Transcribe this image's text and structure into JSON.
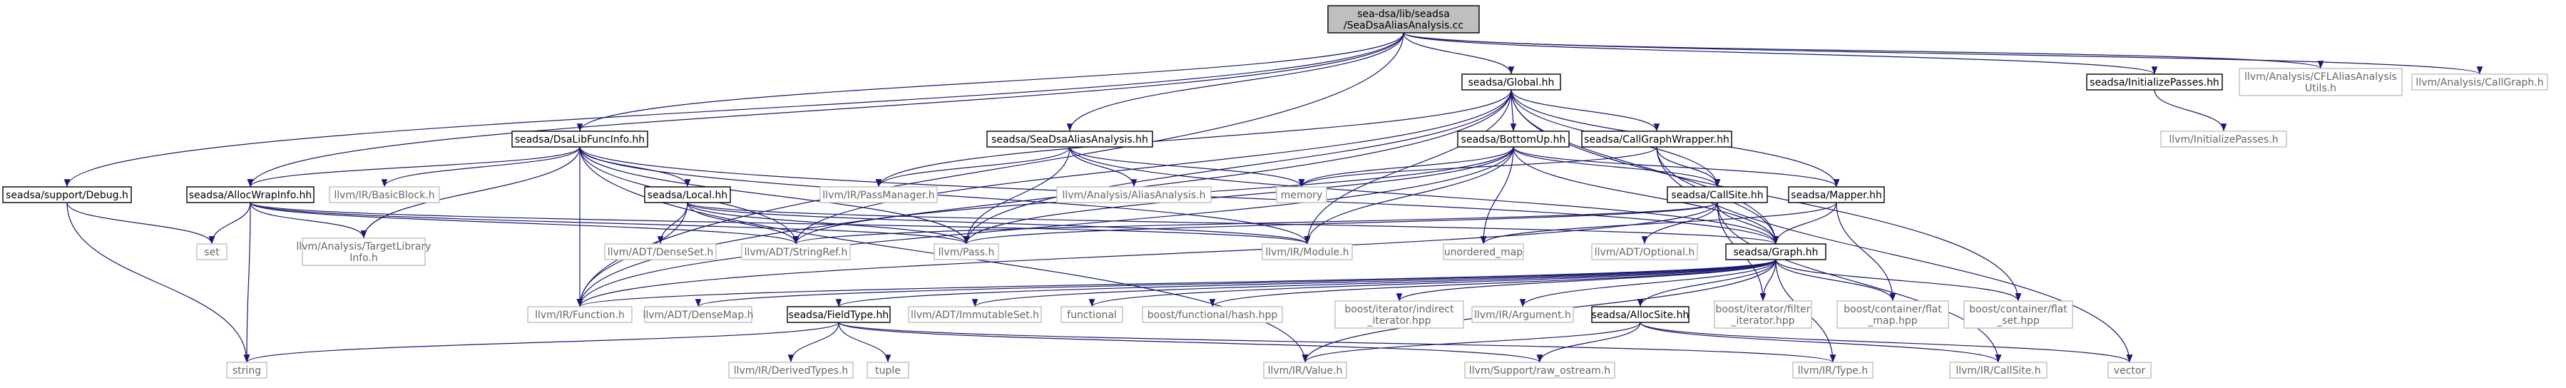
{
  "colors": {
    "edge": "#191970",
    "root_fill": "#bfbfbf",
    "internal_border": "#000000",
    "external_border": "#bfbfbf",
    "external_text": "#666666"
  },
  "nodes": {
    "root": {
      "lines": [
        "sea-dsa/lib/seadsa",
        "/SeaDsaAliasAnalysis.cc"
      ],
      "kind": "root"
    },
    "debug": {
      "lines": [
        "seadsa/support/Debug.h"
      ],
      "kind": "internal"
    },
    "allocwrap": {
      "lines": [
        "seadsa/AllocWrapInfo.hh"
      ],
      "kind": "internal"
    },
    "dsalib": {
      "lines": [
        "seadsa/DsaLibFuncInfo.hh"
      ],
      "kind": "internal"
    },
    "seadsaaa": {
      "lines": [
        "seadsa/SeaDsaAliasAnalysis.hh"
      ],
      "kind": "internal"
    },
    "global": {
      "lines": [
        "seadsa/Global.hh"
      ],
      "kind": "internal"
    },
    "initpasses": {
      "lines": [
        "seadsa/InitializePasses.hh"
      ],
      "kind": "internal"
    },
    "cflaa": {
      "lines": [
        "llvm/Analysis/CFLAliasAnalysis",
        "Utils.h"
      ],
      "kind": "external"
    },
    "callgraph_h": {
      "lines": [
        "llvm/Analysis/CallGraph.h"
      ],
      "kind": "external"
    },
    "bottomup": {
      "lines": [
        "seadsa/BottomUp.hh"
      ],
      "kind": "internal"
    },
    "cgwrapper": {
      "lines": [
        "seadsa/CallGraphWrapper.hh"
      ],
      "kind": "internal"
    },
    "llvm_init": {
      "lines": [
        "llvm/InitializePasses.h"
      ],
      "kind": "external"
    },
    "basicblock": {
      "lines": [
        "llvm/IR/BasicBlock.h"
      ],
      "kind": "external"
    },
    "local": {
      "lines": [
        "seadsa/Local.hh"
      ],
      "kind": "internal"
    },
    "passmanager": {
      "lines": [
        "llvm/IR/PassManager.h"
      ],
      "kind": "external"
    },
    "aliasanalysis": {
      "lines": [
        "llvm/Analysis/AliasAnalysis.h"
      ],
      "kind": "external"
    },
    "memory": {
      "lines": [
        "memory"
      ],
      "kind": "external"
    },
    "callsite_hh": {
      "lines": [
        "seadsa/CallSite.hh"
      ],
      "kind": "internal"
    },
    "mapper": {
      "lines": [
        "seadsa/Mapper.hh"
      ],
      "kind": "internal"
    },
    "set": {
      "lines": [
        "set"
      ],
      "kind": "external"
    },
    "targetlib": {
      "lines": [
        "llvm/Analysis/TargetLibrary",
        "Info.h"
      ],
      "kind": "external"
    },
    "densesetx": {
      "lines": [
        "llvm/ADT/DenseSet.h"
      ],
      "kind": "external"
    },
    "stringref": {
      "lines": [
        "llvm/ADT/StringRef.h"
      ],
      "kind": "external"
    },
    "pass": {
      "lines": [
        "llvm/Pass.h"
      ],
      "kind": "external"
    },
    "module": {
      "lines": [
        "llvm/IR/Module.h"
      ],
      "kind": "external"
    },
    "unordered_map": {
      "lines": [
        "unordered_map"
      ],
      "kind": "external"
    },
    "optional": {
      "lines": [
        "llvm/ADT/Optional.h"
      ],
      "kind": "external"
    },
    "graph": {
      "lines": [
        "seadsa/Graph.hh"
      ],
      "kind": "internal"
    },
    "function": {
      "lines": [
        "llvm/IR/Function.h"
      ],
      "kind": "external"
    },
    "densemap": {
      "lines": [
        "llvm/ADT/DenseMap.h"
      ],
      "kind": "external"
    },
    "fieldtype": {
      "lines": [
        "seadsa/FieldType.hh"
      ],
      "kind": "internal"
    },
    "immset": {
      "lines": [
        "llvm/ADT/ImmutableSet.h"
      ],
      "kind": "external"
    },
    "functional": {
      "lines": [
        "functional"
      ],
      "kind": "external"
    },
    "hash": {
      "lines": [
        "boost/functional/hash.hpp"
      ],
      "kind": "external"
    },
    "indirect": {
      "lines": [
        "boost/iterator/indirect",
        "_iterator.hpp"
      ],
      "kind": "external"
    },
    "argument": {
      "lines": [
        "llvm/IR/Argument.h"
      ],
      "kind": "external"
    },
    "allocsite": {
      "lines": [
        "seadsa/AllocSite.hh"
      ],
      "kind": "internal"
    },
    "filteriter": {
      "lines": [
        "boost/iterator/filter",
        "_iterator.hpp"
      ],
      "kind": "external"
    },
    "flatmap": {
      "lines": [
        "boost/container/flat",
        "_map.hpp"
      ],
      "kind": "external"
    },
    "flatset": {
      "lines": [
        "boost/container/flat",
        "_set.hpp"
      ],
      "kind": "external"
    },
    "string": {
      "lines": [
        "string"
      ],
      "kind": "external"
    },
    "derivedtypes": {
      "lines": [
        "llvm/IR/DerivedTypes.h"
      ],
      "kind": "external"
    },
    "tuple": {
      "lines": [
        "tuple"
      ],
      "kind": "external"
    },
    "value": {
      "lines": [
        "llvm/IR/Value.h"
      ],
      "kind": "external"
    },
    "rawostream": {
      "lines": [
        "llvm/Support/raw_ostream.h"
      ],
      "kind": "external"
    },
    "type": {
      "lines": [
        "llvm/IR/Type.h"
      ],
      "kind": "external"
    },
    "ircallsite": {
      "lines": [
        "llvm/IR/CallSite.h"
      ],
      "kind": "external"
    },
    "vector": {
      "lines": [
        "vector"
      ],
      "kind": "external"
    }
  },
  "edges": [
    [
      "root",
      "debug"
    ],
    [
      "root",
      "allocwrap"
    ],
    [
      "root",
      "dsalib"
    ],
    [
      "root",
      "seadsaaa"
    ],
    [
      "root",
      "global"
    ],
    [
      "root",
      "initpasses"
    ],
    [
      "root",
      "cflaa"
    ],
    [
      "root",
      "callgraph_h"
    ],
    [
      "root",
      "function"
    ],
    [
      "debug",
      "set"
    ],
    [
      "debug",
      "string"
    ],
    [
      "allocwrap",
      "set"
    ],
    [
      "allocwrap",
      "string"
    ],
    [
      "allocwrap",
      "targetlib"
    ],
    [
      "allocwrap",
      "stringref"
    ],
    [
      "allocwrap",
      "pass"
    ],
    [
      "allocwrap",
      "module"
    ],
    [
      "dsalib",
      "allocwrap"
    ],
    [
      "dsalib",
      "basicblock"
    ],
    [
      "dsalib",
      "local"
    ],
    [
      "dsalib",
      "targetlib"
    ],
    [
      "dsalib",
      "stringref"
    ],
    [
      "dsalib",
      "pass"
    ],
    [
      "dsalib",
      "module"
    ],
    [
      "dsalib",
      "function"
    ],
    [
      "dsalib",
      "graph"
    ],
    [
      "dsalib",
      "value"
    ],
    [
      "seadsaaa",
      "passmanager"
    ],
    [
      "seadsaaa",
      "aliasanalysis"
    ],
    [
      "seadsaaa",
      "memory"
    ],
    [
      "seadsaaa",
      "pass"
    ],
    [
      "seadsaaa",
      "graph"
    ],
    [
      "global",
      "bottomup"
    ],
    [
      "global",
      "cgwrapper"
    ],
    [
      "global",
      "callsite_hh"
    ],
    [
      "global",
      "mapper"
    ],
    [
      "global",
      "graph"
    ],
    [
      "global",
      "passmanager"
    ],
    [
      "global",
      "pass"
    ],
    [
      "global",
      "module"
    ],
    [
      "global",
      "function"
    ],
    [
      "global",
      "stringref"
    ],
    [
      "global",
      "flatset"
    ],
    [
      "initpasses",
      "llvm_init"
    ],
    [
      "bottomup",
      "memory"
    ],
    [
      "bottomup",
      "callsite_hh"
    ],
    [
      "bottomup",
      "mapper"
    ],
    [
      "bottomup",
      "graph"
    ],
    [
      "bottomup",
      "pass"
    ],
    [
      "bottomup",
      "module"
    ],
    [
      "bottomup",
      "stringref"
    ],
    [
      "bottomup",
      "function"
    ],
    [
      "bottomup",
      "unordered_map"
    ],
    [
      "cgwrapper",
      "callsite_hh"
    ],
    [
      "cgwrapper",
      "graph"
    ],
    [
      "cgwrapper",
      "memory"
    ],
    [
      "cgwrapper",
      "vector"
    ],
    [
      "local",
      "densesetx"
    ],
    [
      "local",
      "stringref"
    ],
    [
      "local",
      "pass"
    ],
    [
      "local",
      "module"
    ],
    [
      "local",
      "graph"
    ],
    [
      "local",
      "function"
    ],
    [
      "callsite_hh",
      "optional"
    ],
    [
      "callsite_hh",
      "graph"
    ],
    [
      "callsite_hh",
      "function"
    ],
    [
      "callsite_hh",
      "ircallsite"
    ],
    [
      "callsite_hh",
      "filteriter"
    ],
    [
      "callsite_hh",
      "pass"
    ],
    [
      "callsite_hh",
      "stringref"
    ],
    [
      "mapper",
      "graph"
    ],
    [
      "mapper",
      "flatmap"
    ],
    [
      "mapper",
      "unordered_map"
    ],
    [
      "graph",
      "function"
    ],
    [
      "graph",
      "densemap"
    ],
    [
      "graph",
      "fieldtype"
    ],
    [
      "graph",
      "immset"
    ],
    [
      "graph",
      "functional"
    ],
    [
      "graph",
      "hash"
    ],
    [
      "graph",
      "indirect"
    ],
    [
      "graph",
      "argument"
    ],
    [
      "graph",
      "allocsite"
    ],
    [
      "graph",
      "filteriter"
    ],
    [
      "graph",
      "flatmap"
    ],
    [
      "graph",
      "flatset"
    ],
    [
      "graph",
      "value"
    ],
    [
      "graph",
      "type"
    ],
    [
      "fieldtype",
      "string"
    ],
    [
      "fieldtype",
      "derivedtypes"
    ],
    [
      "fieldtype",
      "tuple"
    ],
    [
      "fieldtype",
      "rawostream"
    ],
    [
      "fieldtype",
      "type"
    ],
    [
      "allocsite",
      "value"
    ],
    [
      "allocsite",
      "rawostream"
    ],
    [
      "allocsite",
      "ircallsite"
    ],
    [
      "allocsite",
      "vector"
    ]
  ]
}
